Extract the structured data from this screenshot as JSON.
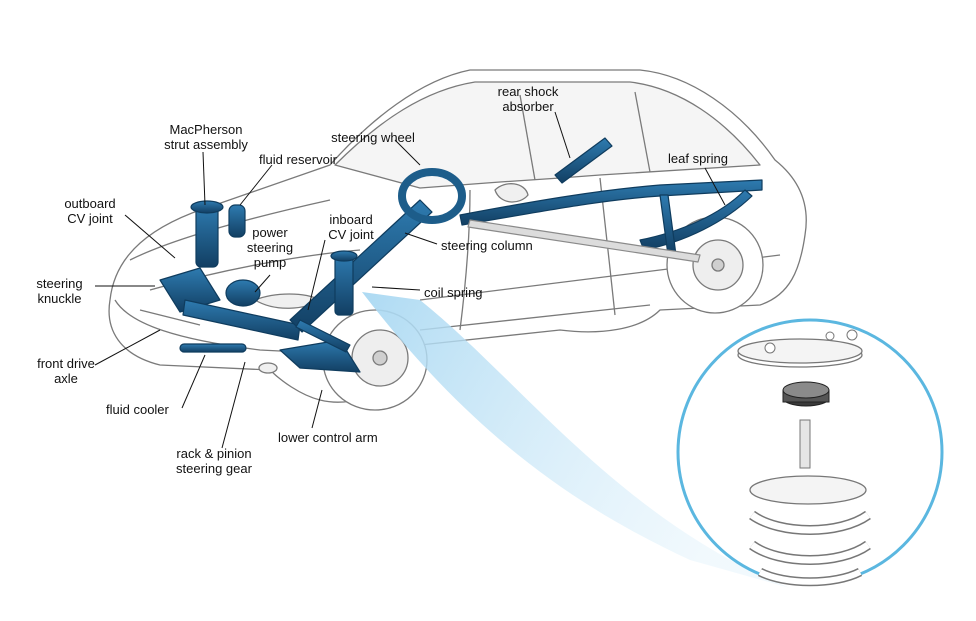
{
  "labels": {
    "macpherson": "MacPherson\nstrut assembly",
    "steering_wheel": "steering wheel",
    "rear_shock": "rear shock\nabsorber",
    "fluid_reservoir": "fluid reservoir",
    "leaf_spring": "leaf spring",
    "outboard_cv": "outboard\nCV joint",
    "power_steering_pump": "power\nsteering\npump",
    "inboard_cv": "inboard\nCV joint",
    "steering_column": "steering column",
    "steering_knuckle": "steering\nknuckle",
    "coil_spring": "coil spring",
    "front_drive_axle": "front drive\naxle",
    "fluid_cooler": "fluid cooler",
    "lower_control_arm": "lower control arm",
    "rack_pinion": "rack & pinion\nsteering gear"
  },
  "colors": {
    "part_blue": "#1d5d8a",
    "part_dark": "#0f3c5e",
    "circle_ring": "#5bb7e0",
    "beam": "#a9d8f2",
    "car_line": "#7a7a7a"
  }
}
